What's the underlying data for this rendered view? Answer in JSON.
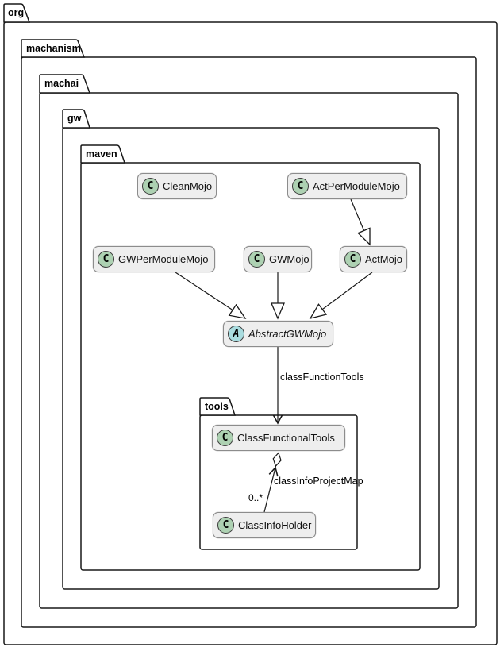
{
  "packages": {
    "org": "org",
    "machanism": "machanism",
    "machai": "machai",
    "gw": "gw",
    "maven": "maven",
    "tools": "tools"
  },
  "classes": {
    "clean_mojo": {
      "letter": "C",
      "name": "CleanMojo"
    },
    "act_per_module_mojo": {
      "letter": "C",
      "name": "ActPerModuleMojo"
    },
    "gw_per_module_mojo": {
      "letter": "C",
      "name": "GWPerModuleMojo"
    },
    "gw_mojo": {
      "letter": "C",
      "name": "GWMojo"
    },
    "act_mojo": {
      "letter": "C",
      "name": "ActMojo"
    },
    "abstract_gw_mojo": {
      "letter": "A",
      "name": "AbstractGWMojo"
    },
    "class_functional_tools": {
      "letter": "C",
      "name": "ClassFunctionalTools"
    },
    "class_info_holder": {
      "letter": "C",
      "name": "ClassInfoHolder"
    }
  },
  "edge_labels": {
    "class_function_tools": "classFunctionTools",
    "class_info_project_map": "classInfoProjectMap",
    "class_info_holder_multiplicity": "0..*"
  },
  "relationships": [
    {
      "from": "ActPerModuleMojo",
      "to": "ActMojo",
      "type": "extends"
    },
    {
      "from": "GWPerModuleMojo",
      "to": "AbstractGWMojo",
      "type": "extends"
    },
    {
      "from": "GWMojo",
      "to": "AbstractGWMojo",
      "type": "extends"
    },
    {
      "from": "ActMojo",
      "to": "AbstractGWMojo",
      "type": "extends"
    },
    {
      "from": "AbstractGWMojo",
      "to": "ClassFunctionalTools",
      "type": "association",
      "label": "classFunctionTools"
    },
    {
      "from": "ClassFunctionalTools",
      "to": "ClassInfoHolder",
      "type": "aggregation",
      "label": "classInfoProjectMap",
      "multiplicity": "0..*"
    }
  ],
  "colors": {
    "class_fill": "#EEEEEE",
    "class_border": "#8C8C8C",
    "class_spot_fill": "#ADD1B2",
    "abstract_spot_fill": "#A9DCDF",
    "package_border": "#181818",
    "line": "#181818"
  }
}
